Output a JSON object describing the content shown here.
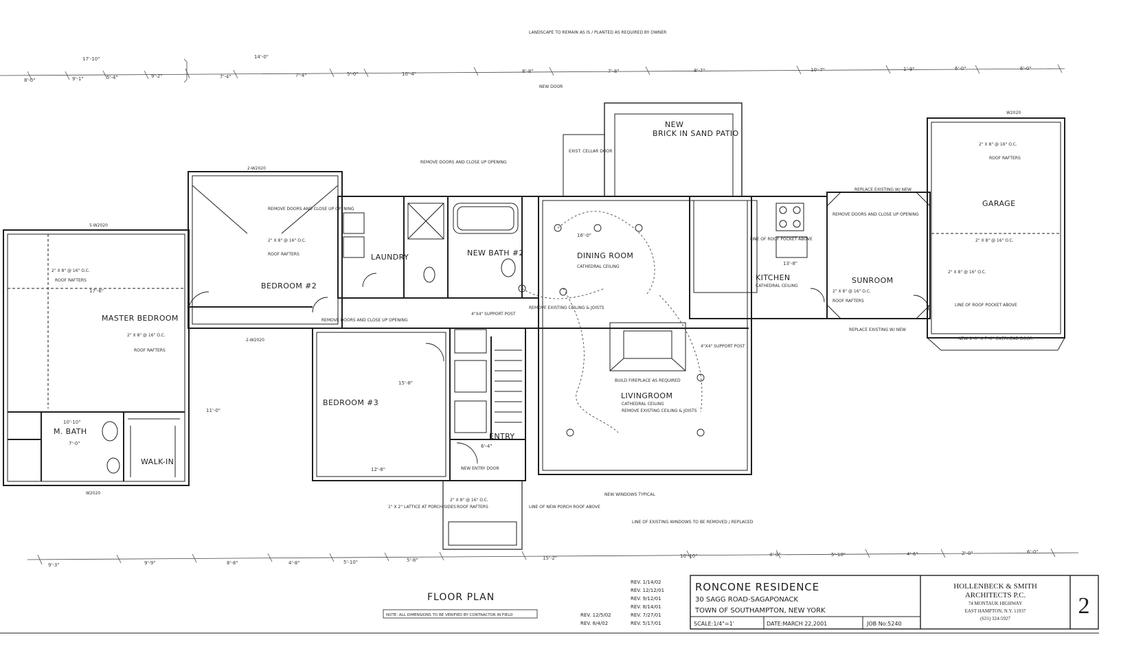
{
  "colors": {
    "ink": "#1e1e1e",
    "paper": "#ffffff"
  },
  "rooms": {
    "master_bedroom": "MASTER BEDROOM",
    "bedroom2": "BEDROOM #2",
    "bedroom3": "BEDROOM #3",
    "laundry": "LAUNDRY",
    "new_bath2": "NEW BATH #2",
    "dining_room": "DINING ROOM",
    "kitchen": "KITCHEN",
    "sunroom": "SUNROOM",
    "garage": "GARAGE",
    "living_room": "LIVINGROOM",
    "m_bath": "M. BATH",
    "walk_in": "WALK-IN",
    "entry": "ENTRY",
    "patio_title": "NEW",
    "patio_subtitle": "BRICK IN SAND PATIO"
  },
  "notes": {
    "top_landscape": "LANDSCAPE TO REMAIN AS IS / PLANTED AS REQUIRED BY OWNER",
    "new_door": "NEW DOOR",
    "joist_dir": "2\" X 8\" @ 16\" O.C.",
    "roof_rafters": "ROOF RAFTERS",
    "window_5w": "5-W2020",
    "window_2w": "2-W2020",
    "window_w2020": "W2020",
    "remove_doors": "REMOVE DOORS AND CLOSE UP OPENING",
    "line_of_roof": "LINE OF ROOF POCKET ABOVE",
    "cathedral_ceiling": "CATHEDRAL CEILING",
    "replace_existing": "REPLACE EXISTING W/ NEW",
    "garage_door": "NEW 9'-0\" X 7'-0\" OVERHEAD DOOR",
    "all_dims": "NOTE: ALL DIMENSIONS TO BE VERIFIED BY CONTRACTOR IN FIELD",
    "new_windows": "NEW WINDOWS TYPICAL",
    "fireplace": "BUILD FIREPLACE AS REQUIRED",
    "new_cellar_door": "EXIST. CELLAR DOOR",
    "existing_lines": "LINE OF EXISTING WINDOWS TO BE REMOVED / REPLACED",
    "post": "4\"X4\" SUPPORT POST",
    "remove_ceiling": "REMOVE EXISTING CEILING & JOISTS",
    "new_entry_door": "NEW ENTRY DOOR",
    "porch_roof": "LINE OF NEW PORCH ROOF ABOVE",
    "lattice": "1\" X 2\" LATTICE AT PORCH SIDES"
  },
  "dimensions": {
    "top": [
      "17'-10\"",
      "14'-0\"",
      "8'-0\"",
      "9'-1\"",
      "5'-4\"",
      "9'-2\"",
      "7'-4\"",
      "7'-4\"",
      "5'-0\"",
      "10'-4\"",
      "8'-8\"",
      "7'-8\"",
      "8'-7\"",
      "10'-7\"",
      "1'-9\"",
      "6'-0\"",
      "6'-0\""
    ],
    "bottom": [
      "9'-3\"",
      "9'-9\"",
      "8'-8\"",
      "4'-8\"",
      "5'-10\"",
      "5'-8\"",
      "15'-2\"",
      "10'-10\"",
      "4'-0\"",
      "5'-10\"",
      "4'-6\"",
      "2'-0\"",
      "6'-0\""
    ],
    "interior": [
      "17'-6\"",
      "12'-8\"",
      "10'-10\"",
      "7'-0\"",
      "15'-8\"",
      "11'-0\"",
      "16'-0\"",
      "13'-8\"",
      "6'-4\""
    ]
  },
  "title_block": {
    "drawing_title": "FLOOR PLAN",
    "revisions": [
      "REV. 1/14/02",
      "REV. 12/12/01",
      "REV. 9/12/01",
      "REV. 8/14/01",
      "REV. 7/27/01",
      "REV. 5/17/01",
      "REV. 12/5/02",
      "REV. 8/4/02"
    ],
    "project_name": "RONCONE RESIDENCE",
    "address1": "30 SAGG ROAD-SAGAPONACK",
    "address2": "TOWN OF SOUTHAMPTON, NEW YORK",
    "scale": "SCALE:1/4\"=1'",
    "date": "DATE:MARCH 22,2001",
    "job_no": "JOB No:5240",
    "firm1": "HOLLENBECK & SMITH",
    "firm2": "ARCHITECTS P.C.",
    "firm_addr1": "74 MONTAUK HIGHWAY",
    "firm_addr2": "EAST HAMPTON, N.Y. 11937",
    "firm_phone": "(631) 324-5927",
    "sheet_no": "2"
  }
}
